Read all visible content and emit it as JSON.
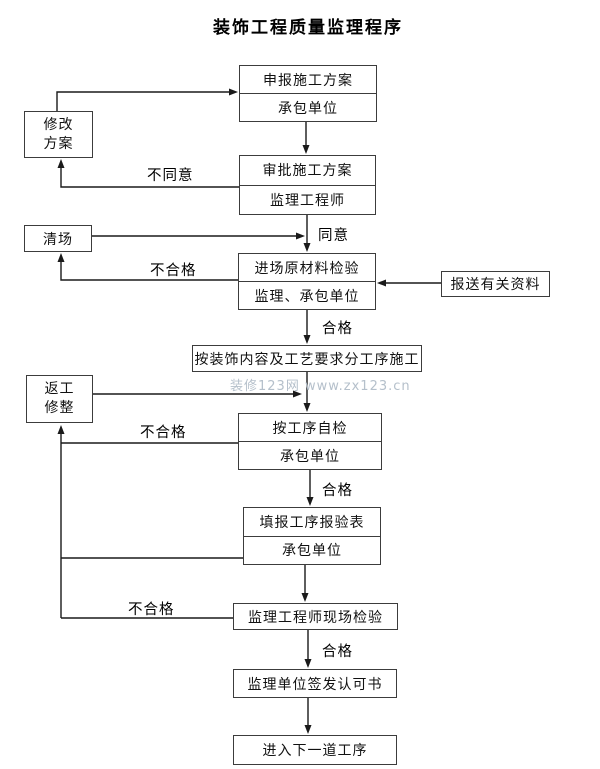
{
  "title": "装饰工程质量监理程序",
  "watermark": "装修123网 www.zx123.cn",
  "boxes": {
    "declare_plan": {
      "line1": "申报施工方案",
      "line2": "承包单位"
    },
    "modify_plan": {
      "line1": "修改",
      "line2": "方案"
    },
    "approve_plan": {
      "line1": "审批施工方案",
      "line2": "监理工程师"
    },
    "clear_site": {
      "label": "清场"
    },
    "material_inspection": {
      "line1": "进场原材料检验",
      "line2": "监理、承包单位"
    },
    "submit_documents": {
      "label": "报送有关资料"
    },
    "construction_by_process": {
      "label": "按装饰内容及工艺要求分工序施工"
    },
    "rework_repair": {
      "line1": "返工",
      "line2": "修整"
    },
    "process_self_check": {
      "line1": "按工序自检",
      "line2": "承包单位"
    },
    "fill_inspection_form": {
      "line1": "填报工序报验表",
      "line2": "承包单位"
    },
    "site_inspection": {
      "label": "监理工程师现场检验"
    },
    "issue_approval": {
      "label": "监理单位签发认可书"
    },
    "next_process": {
      "label": "进入下一道工序"
    }
  },
  "labels": {
    "disagree": "不同意",
    "agree": "同意",
    "unqualified_materials": "不合格",
    "qualified_materials": "合格",
    "unqualified_self_check": "不合格",
    "qualified_self_check": "合格",
    "unqualified_site_inspection": "不合格",
    "qualified_site_inspection": "合格"
  },
  "colors": {
    "line": "#1a1a1a",
    "box_border": "#3c3c3c",
    "text": "#111111",
    "background": "#ffffff",
    "watermark": "#b5c0cb"
  }
}
